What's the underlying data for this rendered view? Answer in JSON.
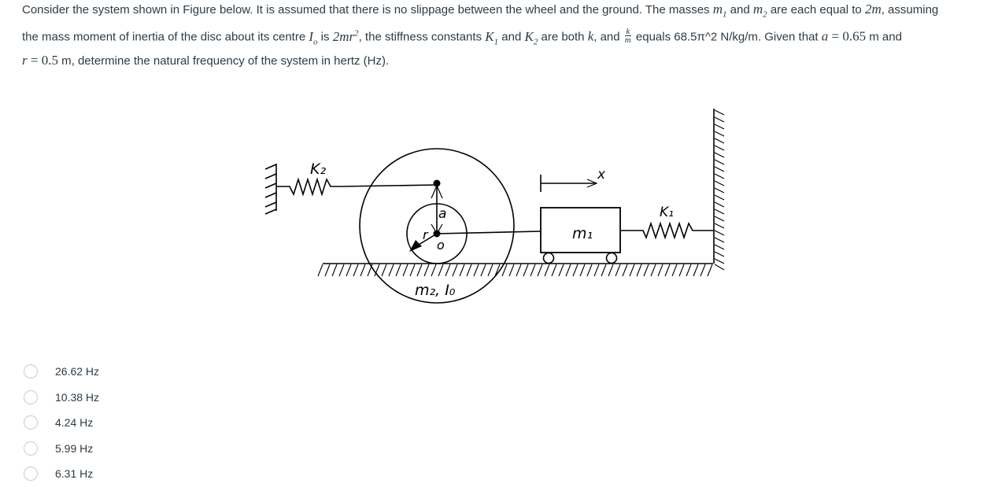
{
  "question": {
    "line1": {
      "t1": "Consider the system shown in Figure below. It is assumed that there is no slippage between the wheel and the ground. The masses ",
      "m1": "m",
      "m1_sub": "1",
      "t2": " and ",
      "m2": "m",
      "m2_sub": "2",
      "t3": " are each equal to ",
      "two_m": "2m",
      "t4": ", assuming"
    },
    "line2": {
      "t1": "the mass moment of inertia of the disc about its centre ",
      "Io": "I",
      "Io_sub": "o",
      "t2": " is ",
      "inertia": "2mr",
      "inertia_sup": "2",
      "t3": ", the stiffness constants ",
      "K1": "K",
      "K1_sub": "1",
      "t4": " and ",
      "K2": "K",
      "K2_sub": "2",
      "t5": " are both ",
      "k": "k",
      "t6": ", and ",
      "frac_num": "k",
      "frac_den": "m",
      "t7": " equals 68.5π^2 N/kg/m. Given that ",
      "a": "a",
      "a_eq": " = 0.65",
      "t8": " m and"
    },
    "line3": {
      "r": "r",
      "r_eq": " = 0.5",
      "t1": " m, determine the natural frequency of the system in hertz (Hz)."
    }
  },
  "figure": {
    "labels": {
      "K2": "K₂",
      "K1": "K₁",
      "x": "x",
      "a": "a",
      "r": "r",
      "o": "o",
      "m1": "m₁",
      "m2_Io": "m₂, I₀"
    }
  },
  "options": [
    {
      "label": "26.62 Hz",
      "selected": false
    },
    {
      "label": "10.38 Hz",
      "selected": false
    },
    {
      "label": "4.24 Hz",
      "selected": false
    },
    {
      "label": "5.99 Hz",
      "selected": false
    },
    {
      "label": "6.31 Hz",
      "selected": false
    }
  ]
}
